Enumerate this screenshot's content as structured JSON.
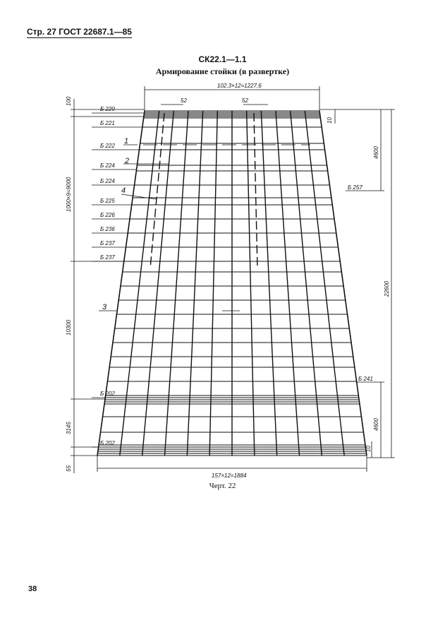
{
  "header": "Стр. 27 ГОСТ 22687.1—85",
  "title": "СК22.1—1.1",
  "subtitle": "Армирование стойки (в развертке)",
  "caption": "Черт. 22",
  "page_number": "38",
  "drawing": {
    "top_dim": "102,3×12=1227,6",
    "bottom_dim": "157×12=1884",
    "spacing_left": "52",
    "spacing_right": "52",
    "left_dims": [
      "100",
      "1000×9=9000",
      "10300",
      "3145",
      "55"
    ],
    "right_dims": [
      "4600",
      "22600",
      "4600",
      "10",
      "10"
    ],
    "bar_labels": [
      "Б 220",
      "Б 221",
      "Б 222",
      "Б 224",
      "Б 224",
      "Б 225",
      "Б 226",
      "Б 236",
      "Б 237",
      "Б 237",
      "Б 202",
      "Б 202"
    ],
    "right_labels": [
      "Б 257",
      "Б 241"
    ],
    "callouts": [
      "1",
      "2",
      "3",
      "4"
    ]
  }
}
